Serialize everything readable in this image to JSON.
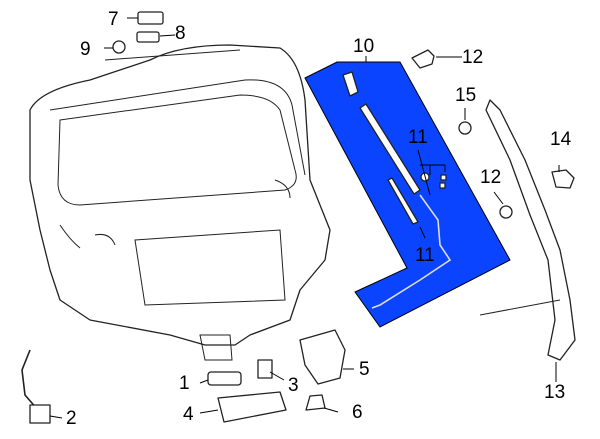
{
  "diagram": {
    "highlight_color": "#0a44ff",
    "callouts": [
      {
        "id": "1",
        "label": "1"
      },
      {
        "id": "2",
        "label": "2"
      },
      {
        "id": "3",
        "label": "3"
      },
      {
        "id": "4",
        "label": "4"
      },
      {
        "id": "5",
        "label": "5"
      },
      {
        "id": "6",
        "label": "6"
      },
      {
        "id": "7",
        "label": "7"
      },
      {
        "id": "8",
        "label": "8"
      },
      {
        "id": "9",
        "label": "9"
      },
      {
        "id": "10",
        "label": "10"
      },
      {
        "id": "11a",
        "label": "11"
      },
      {
        "id": "11b",
        "label": "11"
      },
      {
        "id": "12a",
        "label": "12"
      },
      {
        "id": "12b",
        "label": "12"
      },
      {
        "id": "13",
        "label": "13"
      },
      {
        "id": "14",
        "label": "14"
      },
      {
        "id": "15",
        "label": "15"
      }
    ]
  }
}
